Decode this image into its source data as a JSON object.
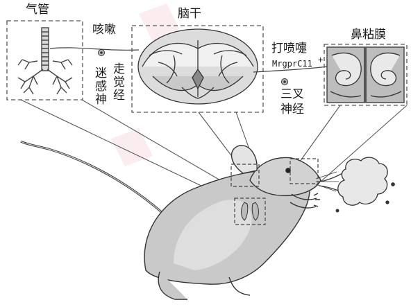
{
  "labels": {
    "trachea": "气管",
    "cough": "咳嗽",
    "vagus_col1": "迷感神",
    "vagus_col2": "走觉经",
    "brainstem": "脑干",
    "sneeze": "打喷嚏",
    "receptor": "MrgprC11",
    "receptor_sign": "+",
    "trigeminal_line1": "三叉",
    "trigeminal_line2": "神经",
    "nasal_mucosa": "鼻粘膜"
  },
  "icons": [
    "trachea-lungs-illustration",
    "brainstem-section-illustration",
    "nasal-mucosa-section-illustration",
    "mouse-illustration",
    "sneeze-cloud-illustration",
    "ganglion-icon"
  ],
  "colors": {
    "line": "#3a3a3a",
    "fill_light": "#e6e6e6",
    "fill_mid": "#c8c8c8",
    "fill_dark": "#8a8a8a",
    "watermark": "#f3c8d0"
  }
}
